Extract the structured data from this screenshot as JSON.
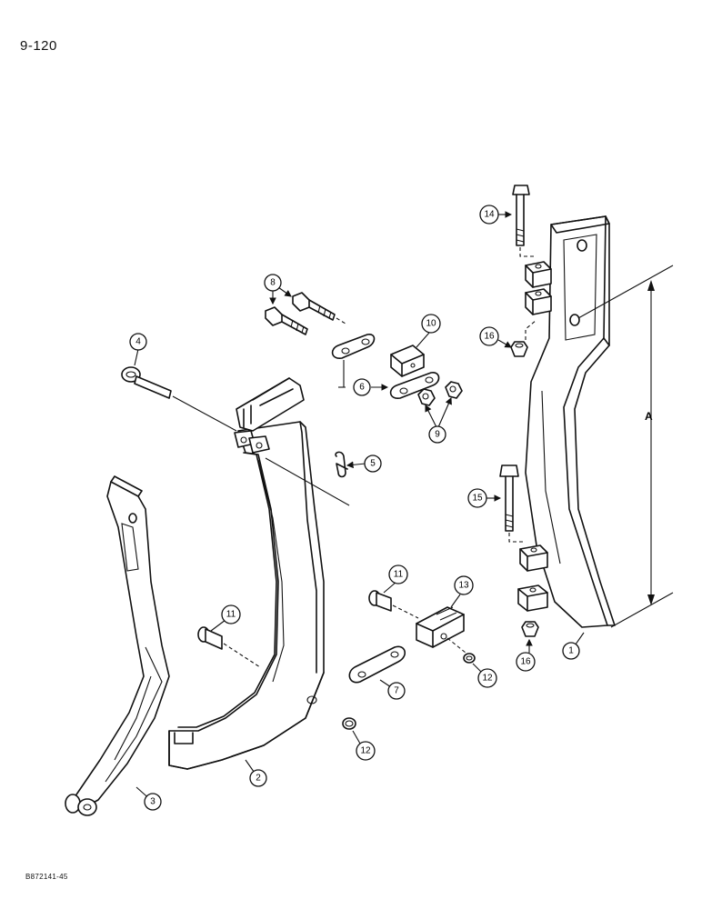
{
  "page_number": "9-120",
  "figure_code": "B872141-45",
  "dimension_label": "A",
  "callouts": {
    "c1": "1",
    "c2": "2",
    "c3": "3",
    "c4": "4",
    "c5": "5",
    "c6": "6",
    "c7": "7",
    "c8": "8",
    "c9": "9",
    "c10": "10",
    "c11a": "11",
    "c11b": "11",
    "c12a": "12",
    "c12b": "12",
    "c13": "13",
    "c14": "14",
    "c15": "15",
    "c16a": "16",
    "c16b": "16"
  }
}
